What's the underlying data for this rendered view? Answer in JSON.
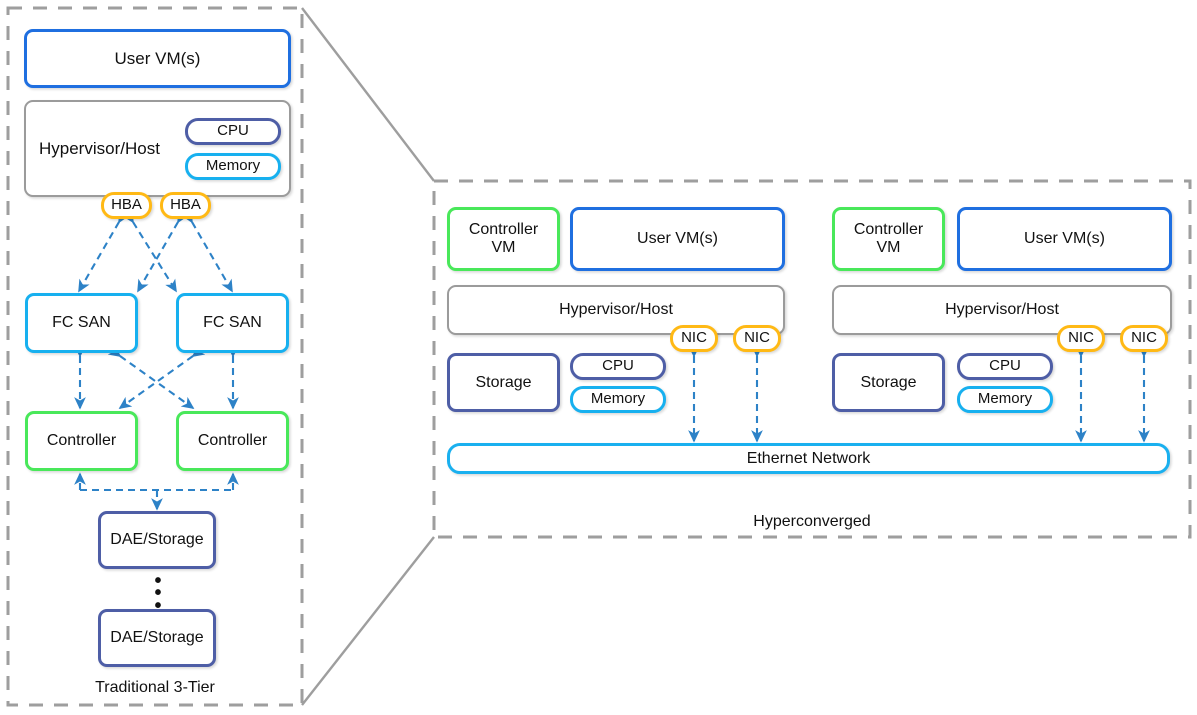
{
  "diagram": {
    "title_left": "Traditional 3-Tier",
    "title_right": "Hyperconverged",
    "colors": {
      "blue": "#1f6fe0",
      "grey": "#9b9b9b",
      "navy": "#4e5ea6",
      "cyan": "#17b0ef",
      "green": "#49e85a",
      "amber": "#ffb915",
      "arrow": "#2d82c7",
      "panel_border": "#9e9e9e"
    }
  },
  "left_panel": {
    "caption": "Traditional 3-Tier",
    "user_vm": "User VM(s)",
    "hypervisor": "Hypervisor/Host",
    "cpu": "CPU",
    "memory": "Memory",
    "hba_1": "HBA",
    "hba_2": "HBA",
    "fc_san_1": "FC SAN",
    "fc_san_2": "FC SAN",
    "controller_1": "Controller",
    "controller_2": "Controller",
    "dae_1": "DAE/Storage",
    "dae_2": "DAE/Storage",
    "vertical_ellipsis": "⋮"
  },
  "right_panel": {
    "caption": "Hyperconverged",
    "ethernet": "Ethernet Network",
    "hosts": [
      {
        "controller_vm": "Controller\nVM",
        "controller_vm_line1": "Controller",
        "controller_vm_line2": "VM",
        "user_vm": "User VM(s)",
        "hypervisor": "Hypervisor/Host",
        "storage": "Storage",
        "cpu": "CPU",
        "memory": "Memory",
        "nic_1": "NIC",
        "nic_2": "NIC"
      },
      {
        "controller_vm": "Controller\nVM",
        "controller_vm_line1": "Controller",
        "controller_vm_line2": "VM",
        "user_vm": "User VM(s)",
        "hypervisor": "Hypervisor/Host",
        "storage": "Storage",
        "cpu": "CPU",
        "memory": "Memory",
        "nic_1": "NIC",
        "nic_2": "NIC"
      }
    ]
  }
}
